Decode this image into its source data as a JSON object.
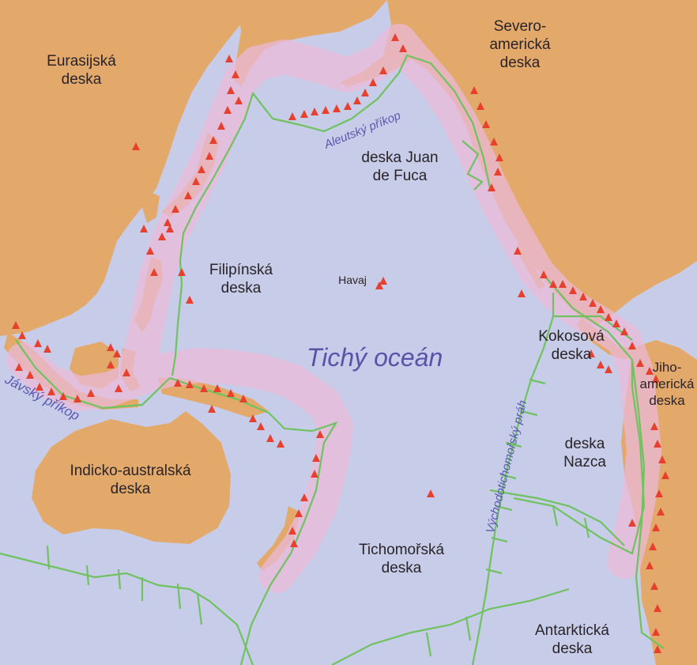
{
  "colors": {
    "ocean": "#c7cde9",
    "land": "#e3a96a",
    "ring_of_fire": "#e9b9d8",
    "plate_boundary": "#6fc25f",
    "volcano": "#e8402f"
  },
  "labels": {
    "eurasian": [
      "Eurasijská",
      "deska"
    ],
    "north_american": [
      "Severo-",
      "americká",
      "deska"
    ],
    "juan_de_fuca": [
      "deska Juan",
      "de Fuca"
    ],
    "philippine": [
      "Filipínská",
      "deska"
    ],
    "hawaii": "Havaj",
    "cocos": [
      "Kokosová",
      "deska"
    ],
    "south_american": [
      "Jiho-",
      "americká",
      "deska"
    ],
    "nazca": [
      "deska",
      "Nazca"
    ],
    "indo_australian": [
      "Indicko-australská",
      "deska"
    ],
    "pacific_plate": [
      "Tichomořská",
      "deska"
    ],
    "antarctic": [
      "Antarktická",
      "deska"
    ]
  },
  "ocean_name": "Tichý oceán",
  "features": {
    "aleutian_trench": "Aleutský příkop",
    "java_trench": "Jávský příkop",
    "east_pacific_rise": "Východotichomořský práh"
  },
  "legend_icons": {
    "volcano": "red-triangle-icon",
    "boundary": "green-line"
  }
}
